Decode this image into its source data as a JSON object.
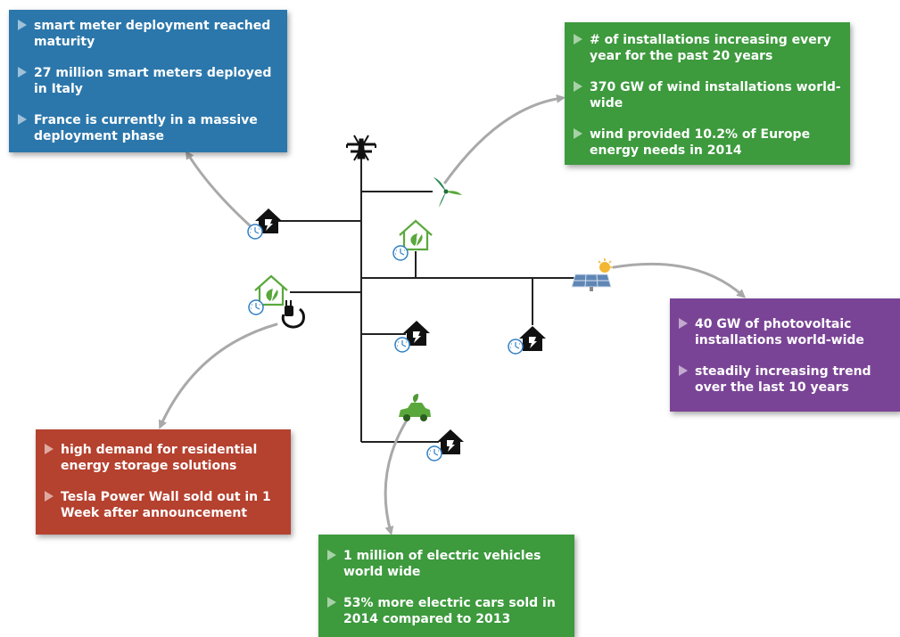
{
  "colors": {
    "smart_meter_box": "#2b77ab",
    "wind_box": "#3d9a3d",
    "photovoltaic_box": "#7a4496",
    "storage_box": "#b5412f",
    "ev_box": "#3d9a3d",
    "grid_line": "#222222",
    "arrow": "#a9a9a9",
    "icon_green": "#5aa83c",
    "icon_black": "#111111",
    "meter_blue": "#2f7fc4"
  },
  "boxes": {
    "smart_meter": {
      "items": [
        "smart meter deployment reached maturity",
        "27 million smart meters deployed in Italy",
        "France is currently in a massive deployment phase"
      ]
    },
    "wind": {
      "items": [
        "# of installations increasing every year for the past 20 years",
        "370 GW of wind installations world-wide",
        "wind provided 10.2% of Europe energy needs in 2014"
      ]
    },
    "photovoltaic": {
      "items": [
        "40 GW of photovoltaic installations world-wide",
        "steadily increasing trend over the last 10 years"
      ]
    },
    "storage": {
      "items": [
        "high demand for residential energy storage solutions",
        "Tesla Power Wall sold out in 1 Week after announcement"
      ]
    },
    "ev": {
      "items": [
        "1 million of electric vehicles world wide",
        "53% more electric cars sold in 2014 compared to 2013"
      ]
    }
  },
  "icons": [
    "power-pylon-icon",
    "wind-turbine-icon",
    "solar-panel-icon",
    "smart-home-icon",
    "green-home-icon",
    "power-plug-icon",
    "electric-car-icon",
    "smart-meter-icon"
  ]
}
